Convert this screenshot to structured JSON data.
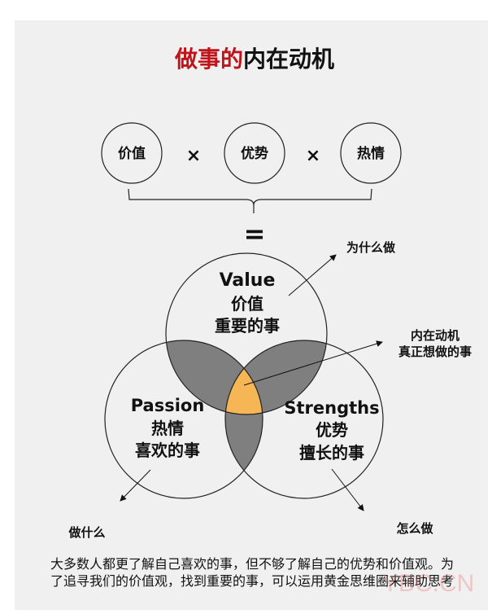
{
  "title": {
    "red_part": "做事的",
    "black_part": "内在动机"
  },
  "factors": [
    "价值",
    "优势",
    "热情"
  ],
  "operator_times": "×",
  "operator_equals": "=",
  "venn": {
    "value": {
      "en": "Value",
      "zh": "价值",
      "desc": "重要的事",
      "arrow_label": "为什么做"
    },
    "passion": {
      "en": "Passion",
      "zh": "热情",
      "desc": "喜欢的事",
      "arrow_label": "做什么"
    },
    "strengths": {
      "en": "Strengths",
      "zh": "优势",
      "desc": "擅长的事",
      "arrow_label": "怎么做"
    },
    "center": {
      "line1": "内在动机",
      "line2": "真正想做的事"
    }
  },
  "caption": "大多数人都更了解自己喜欢的事，但不够了解自己的优势和价值观。为了追寻我们的价值观，找到重要的事，可以运用黄金思维圈来辅助思考",
  "watermark": "YBC.CN",
  "colors": {
    "title_red": "#c0141c",
    "overlap_gray": "#7f7f7f",
    "center_yellow": "#f6b656",
    "background": "#f0f0f0"
  }
}
